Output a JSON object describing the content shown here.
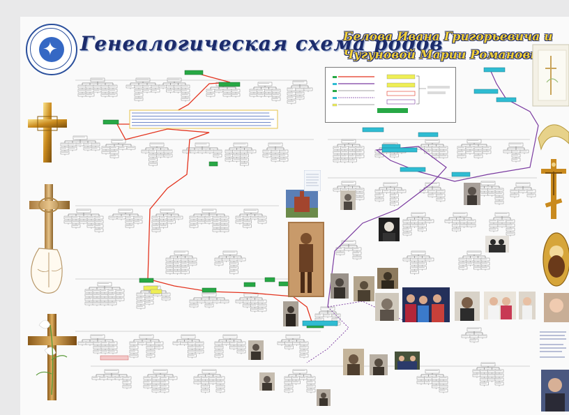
{
  "poster": {
    "title": "Генеалогическая схема родов",
    "names_line1": "Белова Ивана Григорьевича и",
    "names_line2": "Чугуновой Марии Романовны"
  },
  "colors": {
    "background": "#e9e9ea",
    "node_green": "#27a845",
    "node_cyan": "#2fbcd2",
    "node_yellow": "#eeee55",
    "line_red": "#e3331e",
    "line_purple": "#7a3aa0",
    "title_blue": "#1c2b6b",
    "names_gold": "#f3d13a"
  },
  "icons": [
    "society-emblem-icon",
    "golden-cross-icon",
    "praying-hands-icon",
    "lily-cross-icon",
    "crucifix-icon",
    "saint-icon-egg",
    "open-book-icon",
    "ribbon-scroll-icon"
  ]
}
